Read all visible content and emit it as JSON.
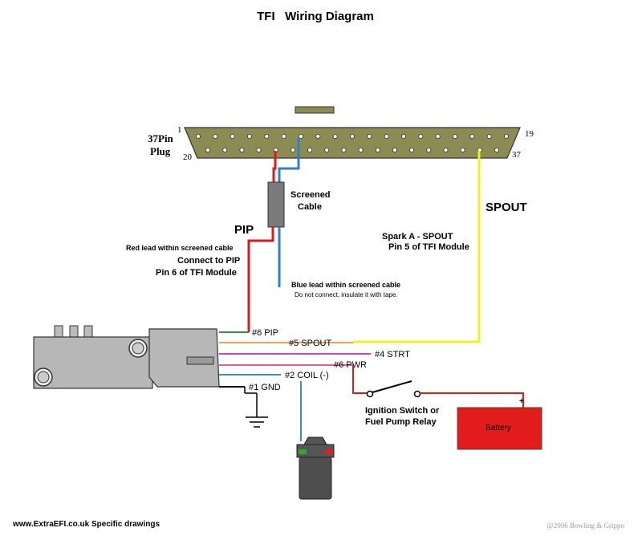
{
  "title": "TFI   Wiring Diagram",
  "plug": {
    "label_line1": "37Pin",
    "label_line2": "Plug",
    "pin_first_top": "1",
    "pin_last_top": "19",
    "pin_first_bottom": "20",
    "pin_last_bottom": "37",
    "top_row_count": 19,
    "bottom_row_count": 18
  },
  "cable": {
    "line1": "Screened",
    "line2": "Cable"
  },
  "pip": {
    "heading": "PIP",
    "note": "Red lead within screened cable",
    "connect_line1": "Connect to PIP",
    "connect_line2": "Pin 6 of TFI Module"
  },
  "blue_lead": {
    "line1": "Blue lead within screened cable",
    "line2": "Do not connect, insulate it with tape."
  },
  "spout": {
    "heading": "SPOUT",
    "line1": "Spark A -  SPOUT",
    "line2": "Pin 5 of TFI Module"
  },
  "module_wires": [
    {
      "label": "#6 PIP",
      "color": "#2e9a2e"
    },
    {
      "label": "#5 SPOUT",
      "color": "#f0a060"
    },
    {
      "label": "#4 STRT",
      "color": "#cc44cc"
    },
    {
      "label": "#6 PWR",
      "color": "#e85aa0"
    },
    {
      "label": "#2 COIL (-)",
      "color": "#3a8fbf"
    },
    {
      "label": "#1 GND",
      "color": "#000000"
    }
  ],
  "ignition": {
    "line1": "Ignition Switch or",
    "line2": "Fuel Pump Relay"
  },
  "battery": {
    "label": "Battery",
    "plus": "+",
    "color": "#e21b1b"
  },
  "colors": {
    "red_wire": "#e01818",
    "blue_wire": "#2e7fcf",
    "yellow_wire": "#f5f020",
    "plug_body": "#8b8b52"
  },
  "footer": {
    "left": "www.ExtraEFI.co.uk Specific drawings",
    "right": "@2006 Bowling & Grippo"
  }
}
